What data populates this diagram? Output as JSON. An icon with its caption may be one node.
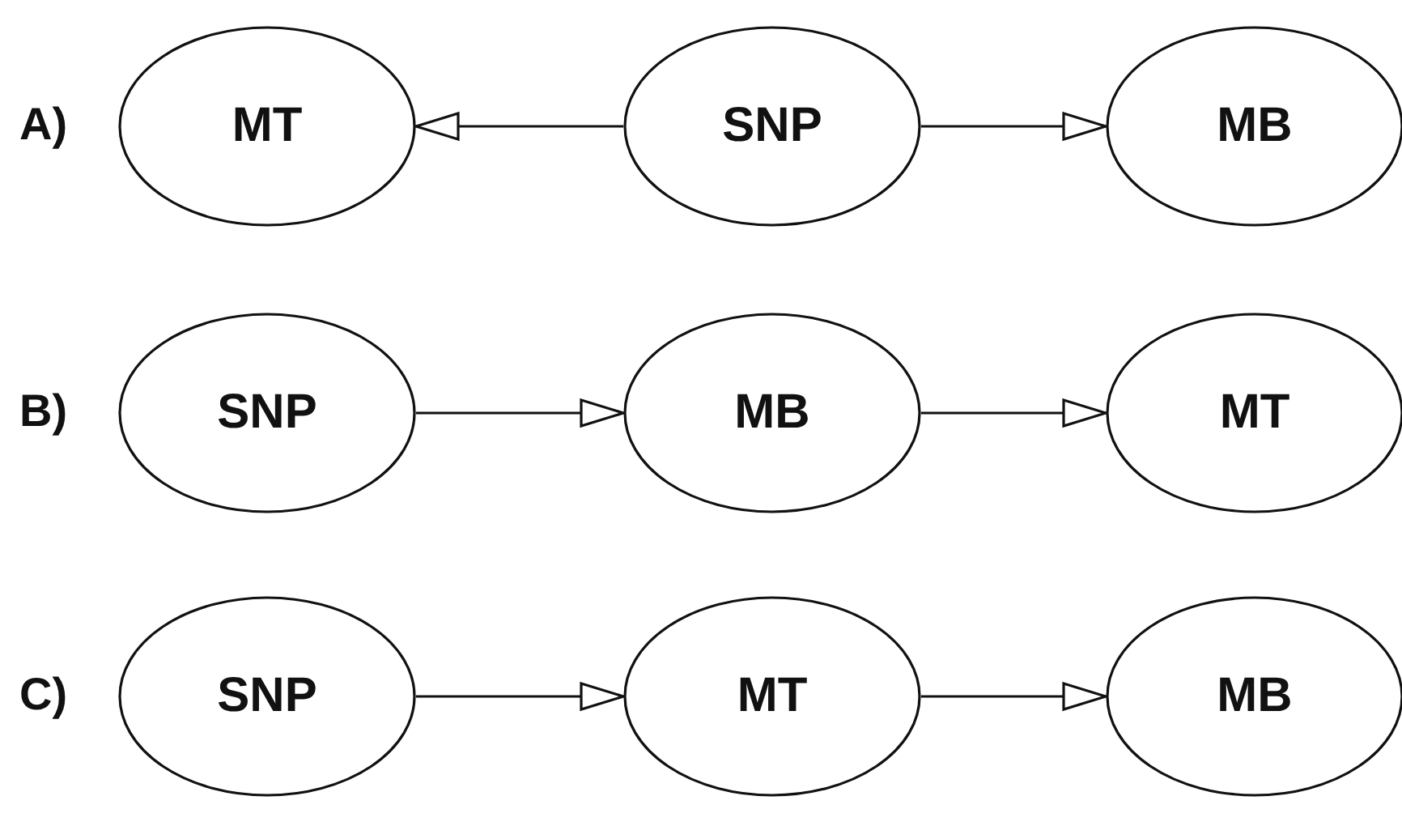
{
  "diagram": {
    "nodes": [
      {
        "text": [
          "MT"
        ]
      },
      {
        "text": [
          "SNP"
        ]
      },
      {
        "text": [
          "MB"
        ]
      },
      {
        "text": [
          "SNP"
        ]
      },
      {
        "text": [
          "MB"
        ]
      },
      {
        "text": [
          "MT"
        ]
      },
      {
        "text": [
          "SNP"
        ]
      },
      {
        "text": [
          "MT"
        ]
      },
      {
        "text": [
          "MB"
        ]
      }
    ],
    "edges": [
      {
        "from": 1,
        "to": 0,
        "arrow": "to"
      },
      {
        "from": 1,
        "to": 2,
        "arrow": "to"
      },
      {
        "from": 3,
        "to": 4,
        "arrow": "to"
      },
      {
        "from": 4,
        "to": 5,
        "arrow": "to"
      },
      {
        "from": 6,
        "to": 7,
        "arrow": "to"
      },
      {
        "from": 7,
        "to": 8,
        "arrow": "to"
      }
    ],
    "labels": [
      "A)",
      "B)",
      "C)"
    ]
  }
}
